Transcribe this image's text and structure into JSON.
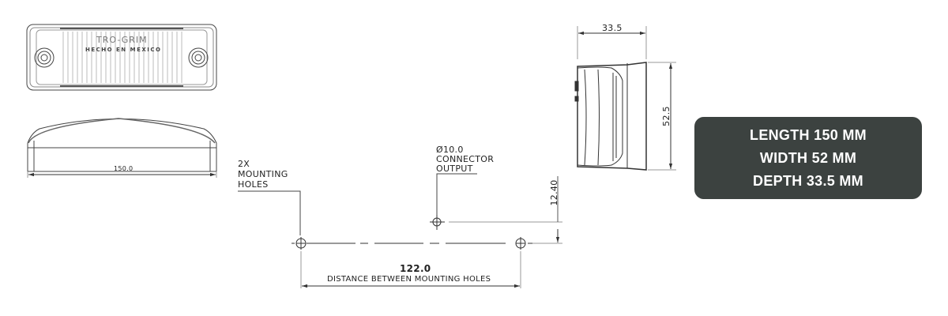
{
  "front_view": {
    "brand_text": "TRO-GRIM",
    "origin_text": "HECHO EN MEXICO"
  },
  "side_view": {
    "length_dim": "150.0"
  },
  "hole_layout": {
    "mounting_label": [
      "2X",
      "MOUNTING",
      "HOLES"
    ],
    "connector_label": [
      "Ø10.0",
      "CONNECTOR",
      "OUTPUT"
    ],
    "offset_dim": "12.40",
    "spacing_dim": "122.0",
    "spacing_caption": "DISTANCE BETWEEN MOUNTING HOLES"
  },
  "end_view": {
    "depth_dim": "33.5",
    "height_dim": "52.5"
  },
  "spec_box": {
    "lines": [
      "LENGTH 150 MM",
      "WIDTH 52 MM",
      "DEPTH 33.5 MM"
    ],
    "background": "#3c4240",
    "text_color": "#ffffff"
  }
}
